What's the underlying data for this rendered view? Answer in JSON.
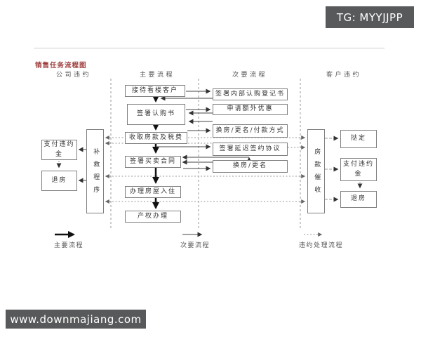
{
  "watermarks": {
    "top": "TG: MYYJJPP",
    "bottom": "www.downmajiang.com"
  },
  "title": "销售任务流程图",
  "columns": {
    "company_breach": "公司违约",
    "main_flow": "主要流程",
    "secondary_flow": "次要流程",
    "customer_breach": "客户违约"
  },
  "main_flow_steps": [
    "接待看楼客户",
    "签署认购书",
    "收取房款及税费",
    "签署买卖合同",
    "办理房屋入住",
    "产权办理"
  ],
  "secondary_flow_steps": [
    "签署内部认购登记书",
    "申请额外优惠",
    "换房/更名/付款方式",
    "签署延迟签约协议",
    "换房/更名"
  ],
  "company_breach": {
    "remedy_program": "补救程序",
    "options": [
      "支付违约金",
      "退房"
    ]
  },
  "customer_breach": {
    "payment_collection": "房款催收",
    "options": [
      "挞定",
      "支付违约金",
      "退房"
    ]
  },
  "legend": [
    {
      "label": "主要流程",
      "style": "solid-bold"
    },
    {
      "label": "次要流程",
      "style": "solid-thin"
    },
    {
      "label": "违约处理流程",
      "style": "dotted"
    }
  ],
  "colors": {
    "banner_bg": "#58595b",
    "banner_text": "#ffffff",
    "title_text": "#9e3b3b",
    "box_border": "#7f7f7f",
    "box_text": "#333333",
    "main_arrow": "#111111",
    "dotted_line": "#9a9a9a",
    "divider": "#9a9a9a",
    "background": "#ffffff"
  }
}
